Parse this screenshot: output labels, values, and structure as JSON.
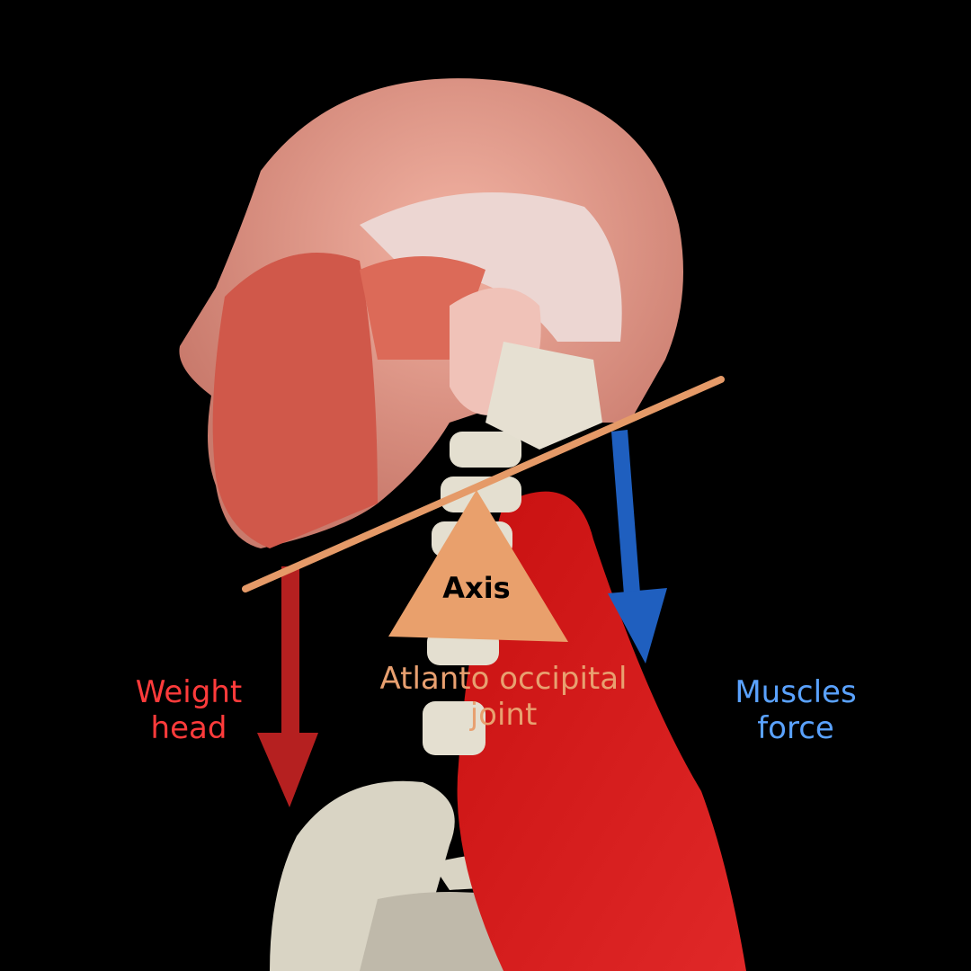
{
  "labels": {
    "weight_head": [
      "Weight",
      "head"
    ],
    "atlanto_occipital_joint": [
      "Atlanto occipital",
      "joint"
    ],
    "muscles_force": [
      "Muscles",
      "force"
    ],
    "axis": "Axis"
  },
  "colors": {
    "background": "#000000",
    "weight_arrow": "#b52020",
    "muscles_arrow": "#1f5fbf",
    "axis_triangle": "#e9a06c",
    "lever_bar": "#e59a68",
    "weight_text": "#ff3b3b",
    "muscles_text": "#5aa2ff",
    "joint_text": "#e8a070"
  }
}
